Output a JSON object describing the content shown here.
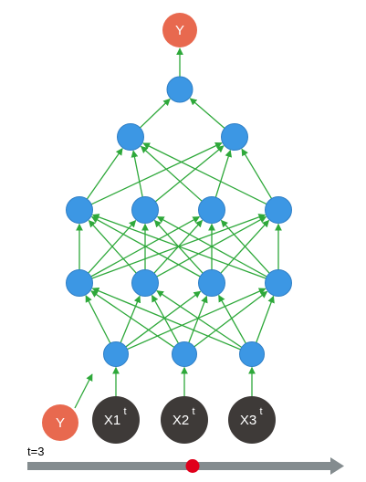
{
  "colors": {
    "hidden_node": "#3c97e4",
    "hidden_node_stroke": "#2f7fc6",
    "output_node": "#e8694f",
    "input_node": "#3e3a38",
    "edge": "#2ea83a",
    "timeline_bar": "#848c8f",
    "marker": "#e0001b"
  },
  "labels": {
    "output": "Y",
    "feedback": "Y",
    "inputs": [
      "X1",
      "X2",
      "X3"
    ],
    "input_superscript": "t",
    "timestep": "t=3"
  },
  "network": {
    "layers": [
      {
        "name": "input-layer",
        "size": 3
      },
      {
        "name": "hidden-1",
        "size": 4
      },
      {
        "name": "hidden-2",
        "size": 4
      },
      {
        "name": "hidden-3",
        "size": 2
      },
      {
        "name": "hidden-4",
        "size": 1
      },
      {
        "name": "output",
        "size": 1
      }
    ],
    "connections": "fully-connected between consecutive hidden layers"
  }
}
